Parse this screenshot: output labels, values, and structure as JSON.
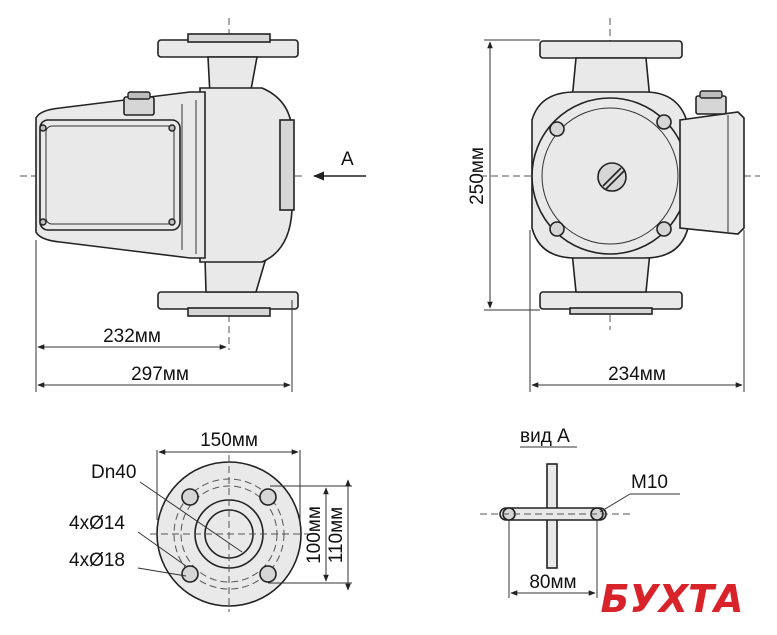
{
  "side_view": {
    "dim_length_short": "232мм",
    "dim_length_total": "297мм",
    "view_arrow_letter": "A"
  },
  "front_view": {
    "dim_height": "250мм",
    "dim_width": "234мм"
  },
  "flange_view": {
    "dim_outer": "150мм",
    "dim_bolt_circle_small": "100мм",
    "dim_bolt_circle_large": "110мм",
    "label_dn": "Dn40",
    "label_holes_small": "4xØ14",
    "label_holes_large": "4xØ18"
  },
  "view_a": {
    "title": "вид А",
    "thread_label": "M10",
    "dim_spacing": "80мм"
  },
  "watermark": {
    "text": "БУХТА",
    "color": "#d9232a"
  }
}
